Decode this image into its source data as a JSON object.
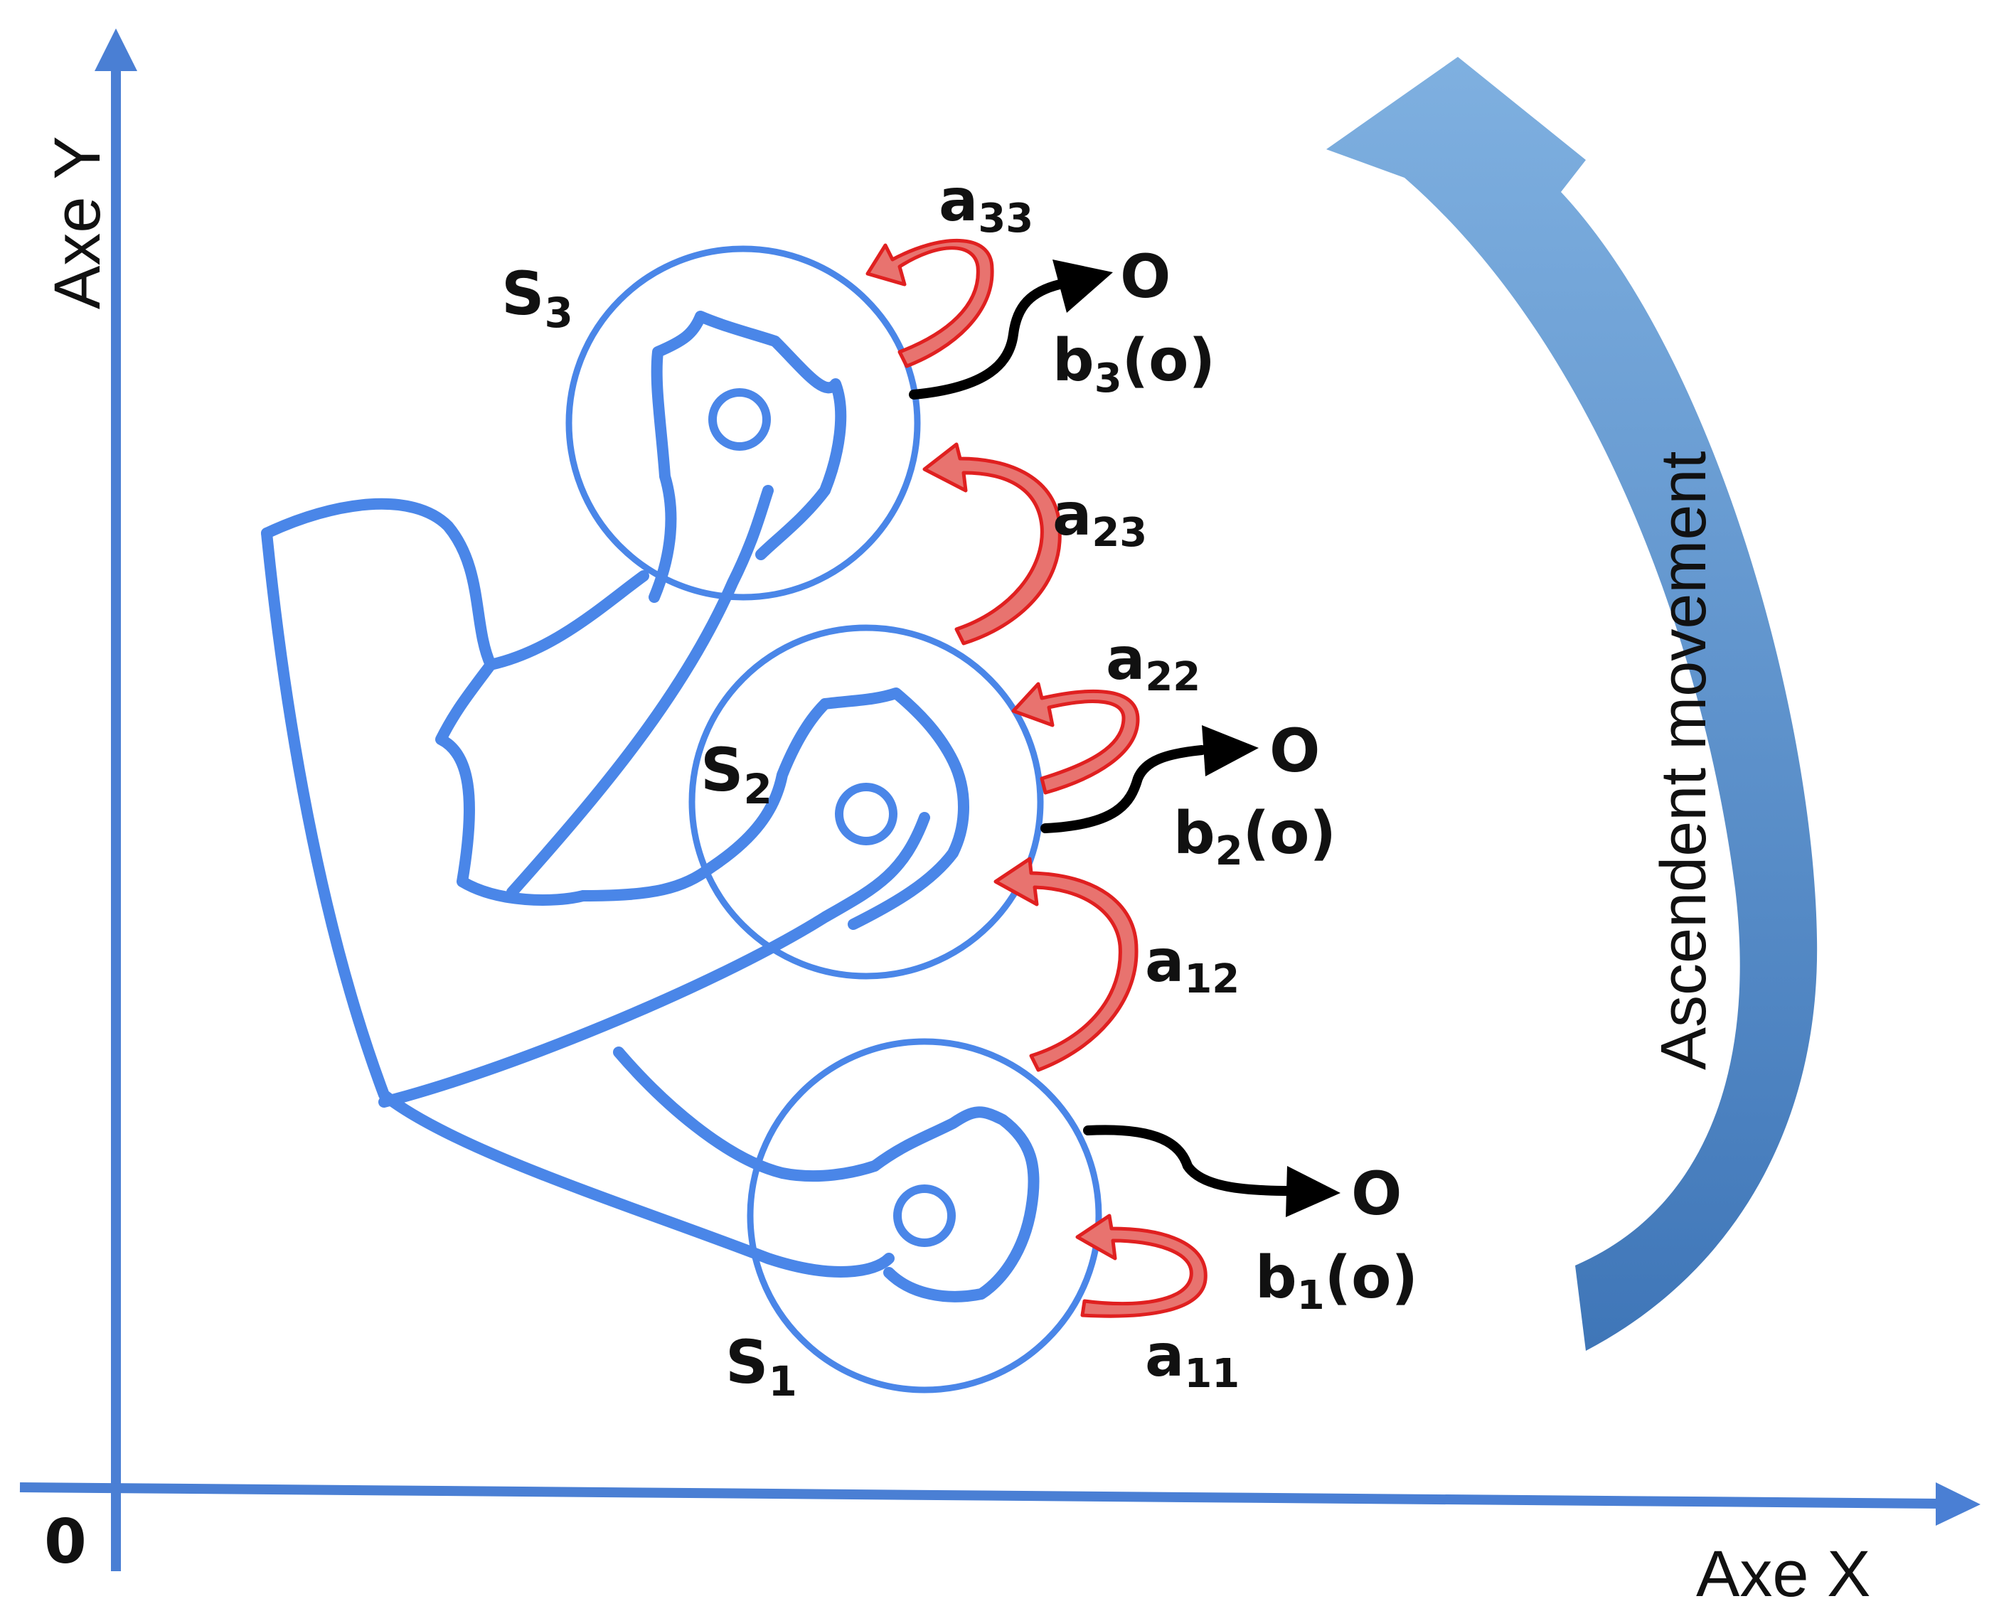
{
  "axes": {
    "y_label": "Axe Y",
    "x_label": "Axe X",
    "origin_label": "0",
    "color": "#4a7fd4"
  },
  "states": [
    {
      "name": "S",
      "index": "3"
    },
    {
      "name": "S",
      "index": "2"
    },
    {
      "name": "S",
      "index": "1"
    }
  ],
  "transitions": [
    {
      "name": "a",
      "index": "33"
    },
    {
      "name": "a",
      "index": "23"
    },
    {
      "name": "a",
      "index": "22"
    },
    {
      "name": "a",
      "index": "12"
    },
    {
      "name": "a",
      "index": "11"
    }
  ],
  "emissions": [
    {
      "prefix": "b",
      "index": "3",
      "suffix": "(o)",
      "symbol": "O"
    },
    {
      "prefix": "b",
      "index": "2",
      "suffix": "(o)",
      "symbol": "O"
    },
    {
      "prefix": "b",
      "index": "1",
      "suffix": "(o)",
      "symbol": "O"
    }
  ],
  "movement_label": "Ascendent movement",
  "colors": {
    "arm_stroke": "#4a86e8",
    "transition_fill": "#e8736f",
    "transition_stroke": "#e02020",
    "emission_arrow": "#000000",
    "movement_arrow": "#4f8fd0"
  }
}
